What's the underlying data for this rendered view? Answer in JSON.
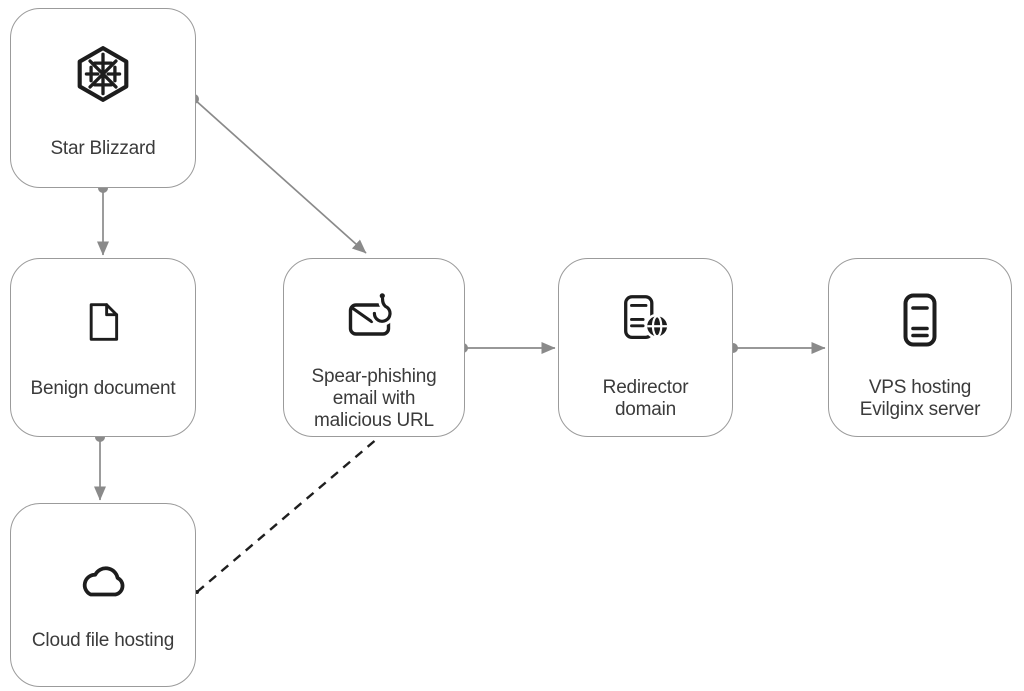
{
  "nodes": [
    {
      "id": "star-blizzard",
      "label": "Star Blizzard",
      "icon": "snowflake-hexagon-icon"
    },
    {
      "id": "benign-document",
      "label": "Benign document",
      "icon": "document-icon"
    },
    {
      "id": "cloud-file-hosting",
      "label": "Cloud file hosting",
      "icon": "cloud-icon"
    },
    {
      "id": "spear-phishing-email",
      "label": "Spear-phishing\nemail with\nmalicious URL",
      "icon": "email-fishhook-icon"
    },
    {
      "id": "redirector-domain",
      "label": "Redirector\ndomain",
      "icon": "server-globe-icon"
    },
    {
      "id": "vps-evilginx",
      "label": "VPS hosting\nEvilginx server",
      "icon": "server-icon"
    }
  ],
  "edges": [
    {
      "from": "star-blizzard",
      "to": "benign-document",
      "style": "solid",
      "arrowhead": true
    },
    {
      "from": "star-blizzard",
      "to": "spear-phishing-email",
      "style": "solid",
      "arrowhead": true
    },
    {
      "from": "benign-document",
      "to": "cloud-file-hosting",
      "style": "solid",
      "arrowhead": true
    },
    {
      "from": "cloud-file-hosting",
      "to": "spear-phishing-email",
      "style": "dashed",
      "arrowhead": false
    },
    {
      "from": "spear-phishing-email",
      "to": "redirector-domain",
      "style": "solid",
      "arrowhead": true
    },
    {
      "from": "redirector-domain",
      "to": "vps-evilginx",
      "style": "solid",
      "arrowhead": true
    }
  ],
  "colors": {
    "background": "#ffffff",
    "box_border": "#9b9b9b",
    "arrow": "#8a8a8a",
    "dashed_line": "#1f1f1f",
    "icon": "#1d1d1d",
    "text": "#3b3b3b"
  }
}
